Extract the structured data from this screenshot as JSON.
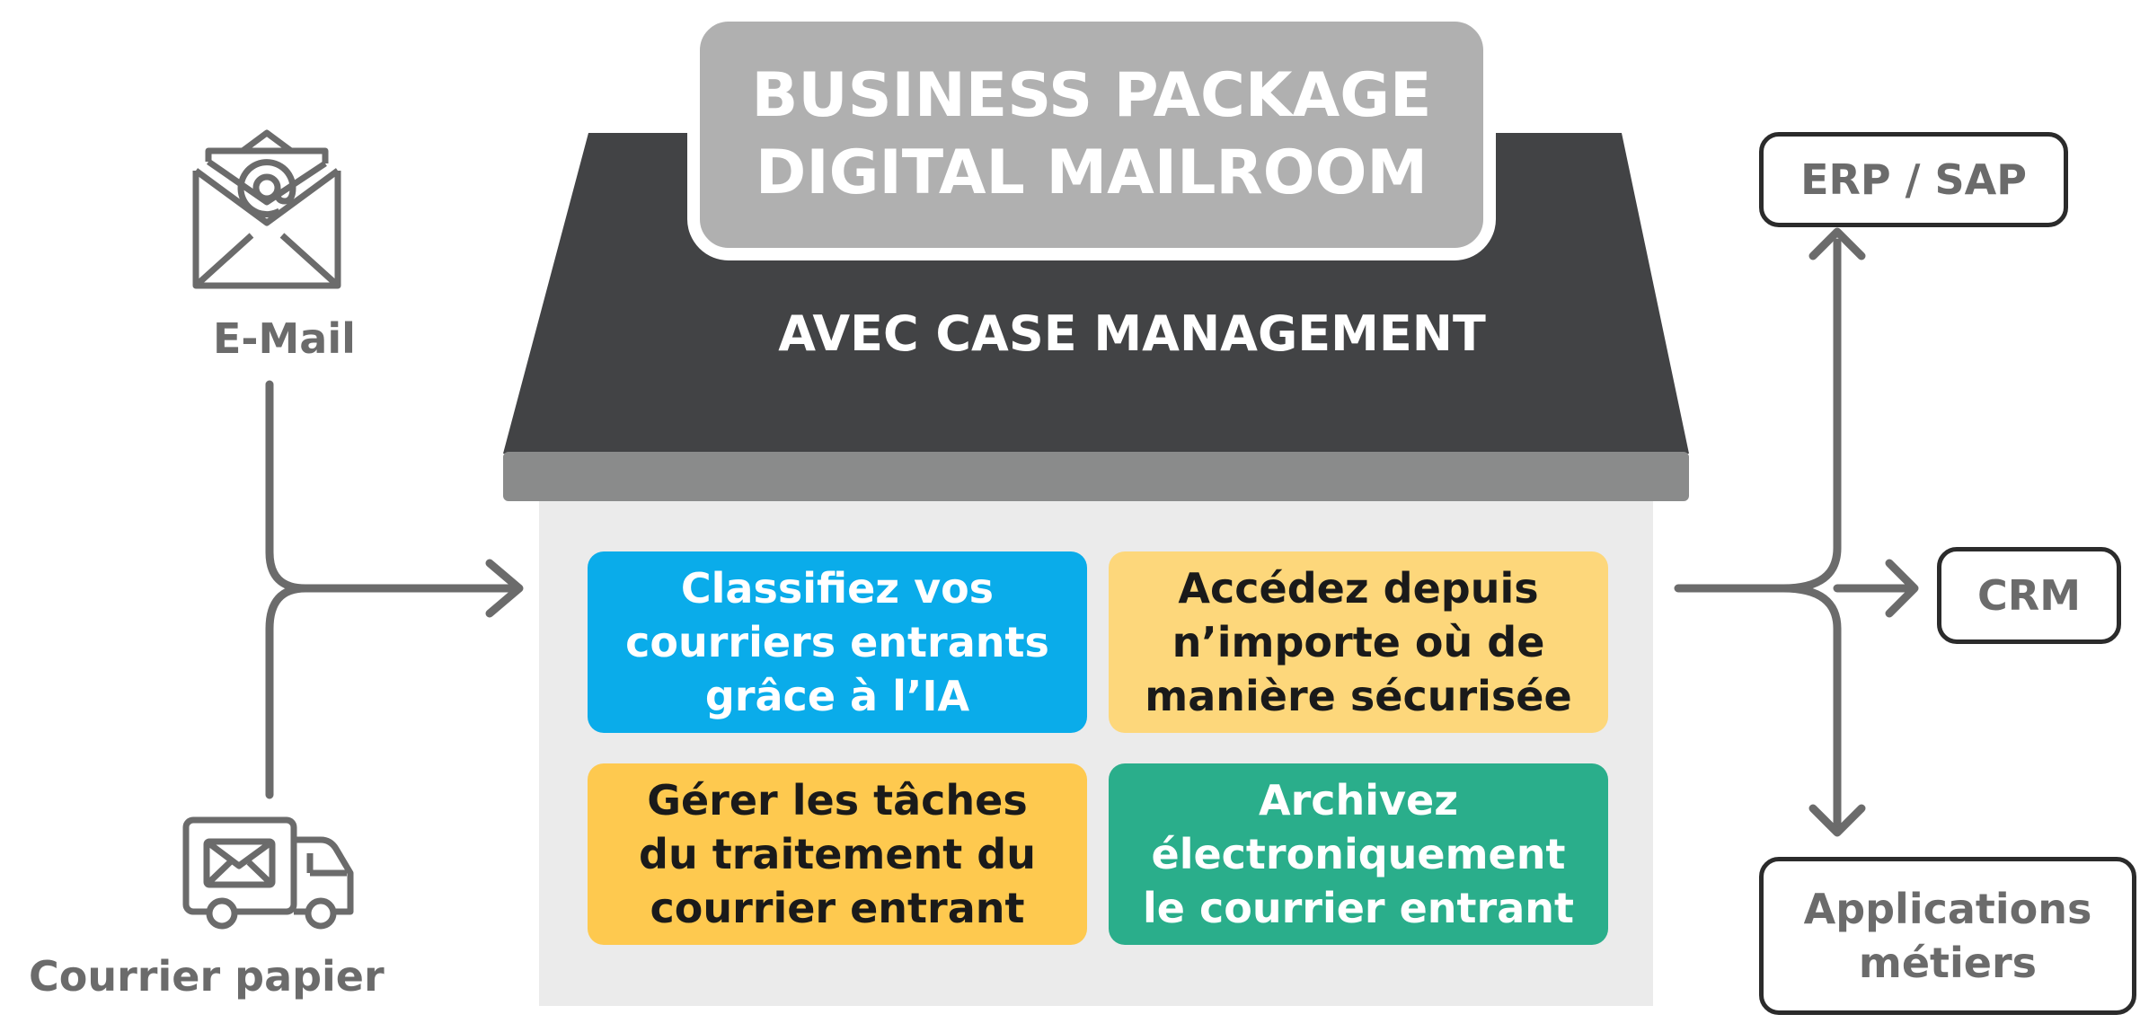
{
  "header": {
    "title_line1": "BUSINESS PACKAGE",
    "title_line2": "DIGITAL MAILROOM",
    "subtitle": "AVEC CASE MANAGEMENT"
  },
  "sources": {
    "email_label": "E-Mail",
    "paper_label": "Courrier papier",
    "email_icon": "envelope-at-icon",
    "paper_icon": "mail-truck-icon"
  },
  "features": [
    {
      "text": "Classifiez vos\ncourriers entrants\ngrâce à l’IA",
      "color": "#0aacea",
      "text_color": "#ffffff"
    },
    {
      "text": "Accédez depuis\nn’importe où de\nmanière sécurisée",
      "color": "#fdd77b",
      "text_color": "#1a1a1a"
    },
    {
      "text": "Gérer les tâches\ndu traitement du\ncourrier entrant",
      "color": "#fec94f",
      "text_color": "#1a1a1a"
    },
    {
      "text": "Archivez\nélectroniquement\nle courrier entrant",
      "color": "#2aae8b",
      "text_color": "#ffffff"
    }
  ],
  "targets": {
    "erp": "ERP / SAP",
    "crm": "CRM",
    "apps": "Applications\nmétiers"
  },
  "colors": {
    "roof": "#424345",
    "eave": "#8a8b8b",
    "wall": "#ebebeb",
    "badge": "#b0b0b0",
    "connector": "#6b6b6b"
  }
}
